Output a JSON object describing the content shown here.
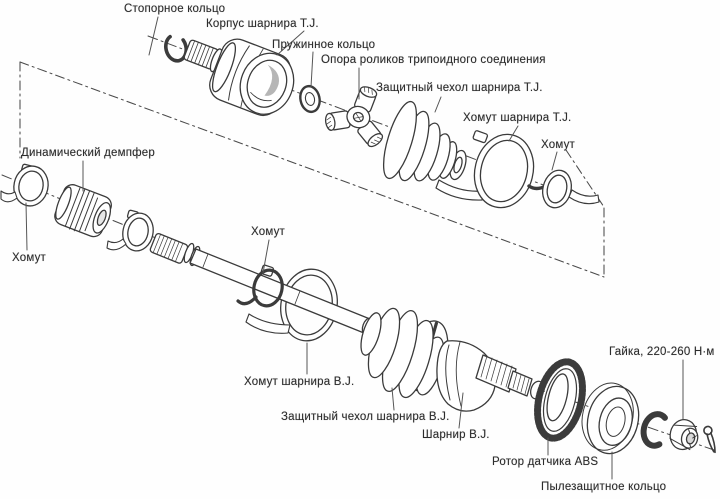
{
  "diagram": {
    "labels": {
      "snap_ring": "Стопорное кольцо",
      "tj_housing": "Корпус шарнира T.J.",
      "spring_ring": "Пружинное кольцо",
      "tripod_support": "Опора роликов трипоидного соединения",
      "tj_boot": "Защитный чехол шарнира T.J.",
      "tj_clamp": "Хомут шарнира T.J.",
      "clamp_top_right": "Хомут",
      "damper": "Динамический демпфер",
      "clamp_left": "Хомут",
      "clamp_middle": "Хомут",
      "bj_clamp": "Хомут шарнира B.J.",
      "bj_boot": "Защитный чехол шарнира B.J.",
      "bj_joint": "Шарнир B.J.",
      "abs_rotor": "Ротор датчика ABS",
      "dust_ring": "Пылезащитное кольцо",
      "nut": "Гайка, 220-260 Н·м"
    },
    "colors": {
      "line": "#3b3b3b",
      "construction_line": "#4a4a4a",
      "leader_line": "#555555",
      "background": "#fefefe",
      "label_text": "#2c2c2c"
    }
  }
}
